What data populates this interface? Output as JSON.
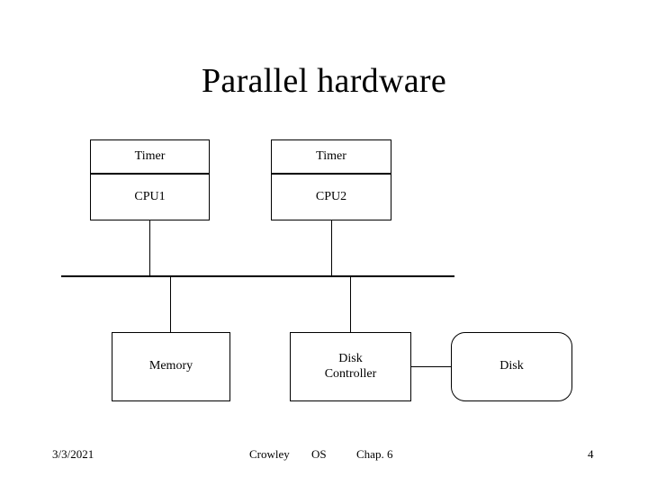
{
  "slide": {
    "title": "Parallel hardware",
    "footer": {
      "date": "3/3/2021",
      "author": "Crowley",
      "course": "OS",
      "chapter": "Chap. 6",
      "page_number": "4"
    }
  },
  "diagram": {
    "type": "block-diagram",
    "nodes": [
      {
        "id": "timer1",
        "label": "Timer",
        "shape": "rect"
      },
      {
        "id": "cpu1",
        "label": "CPU1",
        "shape": "rect"
      },
      {
        "id": "timer2",
        "label": "Timer",
        "shape": "rect"
      },
      {
        "id": "cpu2",
        "label": "CPU2",
        "shape": "rect"
      },
      {
        "id": "memory",
        "label": "Memory",
        "shape": "rect"
      },
      {
        "id": "disk_controller",
        "label_line1": "Disk",
        "label_line2": "Controller",
        "shape": "rect"
      },
      {
        "id": "disk",
        "label": "Disk",
        "shape": "rounded-rect"
      }
    ],
    "bus": {
      "label": ""
    },
    "edges": [
      {
        "from": "cpu1",
        "to": "bus"
      },
      {
        "from": "cpu2",
        "to": "bus"
      },
      {
        "from": "bus",
        "to": "memory"
      },
      {
        "from": "bus",
        "to": "disk_controller"
      },
      {
        "from": "disk_controller",
        "to": "disk"
      }
    ]
  }
}
